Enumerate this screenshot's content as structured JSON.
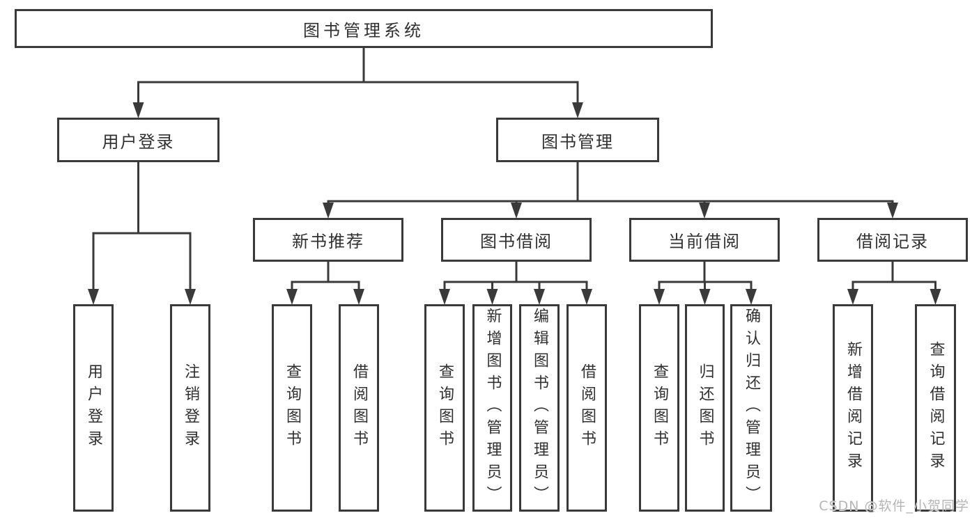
{
  "page": {
    "background": "#ffffff"
  },
  "diagram": {
    "type": "tree",
    "title": "图书管理系统",
    "nodes": [
      {
        "id": "root",
        "label": "图书管理系统",
        "level": 1
      },
      {
        "id": "user-login",
        "label": "用户登录",
        "level": 2
      },
      {
        "id": "book-mgmt",
        "label": "图书管理",
        "level": 2
      },
      {
        "id": "new-book-rec",
        "label": "新书推荐",
        "level": 3
      },
      {
        "id": "book-borrow",
        "label": "图书借阅",
        "level": 3
      },
      {
        "id": "current-borrow",
        "label": "当前借阅",
        "level": 3
      },
      {
        "id": "borrow-record",
        "label": "借阅记录",
        "level": 3
      },
      {
        "id": "login",
        "label": "用户登录",
        "level": 4
      },
      {
        "id": "logout",
        "label": "注销登录",
        "level": 4
      },
      {
        "id": "nbr-query",
        "label": "查询图书",
        "level": 4
      },
      {
        "id": "nbr-borrow",
        "label": "借阅图书",
        "level": 4
      },
      {
        "id": "bb-query",
        "label": "查询图书",
        "level": 4
      },
      {
        "id": "bb-add",
        "label": "新增图书（管理员）",
        "level": 4
      },
      {
        "id": "bb-edit",
        "label": "编辑图书（管理员）",
        "level": 4
      },
      {
        "id": "bb-borrow",
        "label": "借阅图书",
        "level": 4
      },
      {
        "id": "cb-query",
        "label": "查询图书",
        "level": 4
      },
      {
        "id": "cb-return",
        "label": "归还图书",
        "level": 4
      },
      {
        "id": "cb-confirm",
        "label": "确认归还（管理员）",
        "level": 4
      },
      {
        "id": "br-add",
        "label": "新增借阅记录",
        "level": 4
      },
      {
        "id": "br-query",
        "label": "查询借阅记录",
        "level": 4
      }
    ],
    "edges": [
      {
        "parent": "root",
        "children": [
          "user-login",
          "book-mgmt"
        ]
      },
      {
        "parent": "user-login",
        "children": [
          "login",
          "logout"
        ]
      },
      {
        "parent": "book-mgmt",
        "children": [
          "new-book-rec",
          "book-borrow",
          "current-borrow",
          "borrow-record"
        ]
      },
      {
        "parent": "new-book-rec",
        "children": [
          "nbr-query",
          "nbr-borrow"
        ]
      },
      {
        "parent": "book-borrow",
        "children": [
          "bb-query",
          "bb-add",
          "bb-edit",
          "bb-borrow"
        ]
      },
      {
        "parent": "current-borrow",
        "children": [
          "cb-query",
          "cb-return",
          "cb-confirm"
        ]
      },
      {
        "parent": "borrow-record",
        "children": [
          "br-add",
          "br-query"
        ]
      }
    ]
  },
  "watermark": {
    "text": "CSDN @软件_小贺同学"
  },
  "colors": {
    "line": "#3a3a3a",
    "box_border": "#3a3a3a",
    "text": "#303030",
    "watermark": "#b5b5b5",
    "background": "#ffffff"
  }
}
